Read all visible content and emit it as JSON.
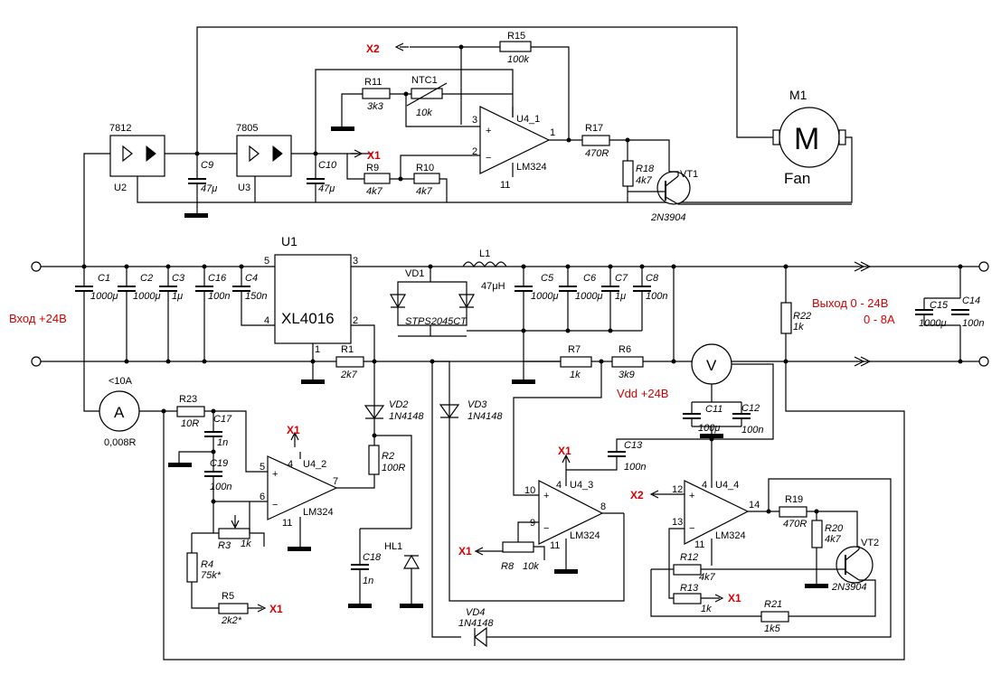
{
  "regulators": {
    "u2_type": "7812",
    "u2": "U2",
    "u3_type": "7805",
    "u3": "U3"
  },
  "u1": {
    "ref": "U1",
    "chip": "XL4016",
    "pin5": "5",
    "pin4": "4",
    "pin3": "3",
    "pin2": "2",
    "pin1": "1"
  },
  "motor": {
    "ref": "M1",
    "symbol": "M",
    "label": "Fan"
  },
  "opamps": {
    "u4_1": "U4_1",
    "u4_2": "U4_2",
    "u4_3": "U4_3",
    "u4_4": "U4_4",
    "part": "LM324",
    "p1_3": "3",
    "p1_2": "2",
    "p1_1": "1",
    "p1_11": "11",
    "p2_5": "5",
    "p2_4": "4",
    "p2_6": "6",
    "p2_7": "7",
    "p2_11": "11",
    "p3_10": "10",
    "p3_4": "4",
    "p3_9": "9",
    "p3_8": "8",
    "p3_11": "11",
    "p4_12": "12",
    "p4_4": "4",
    "p4_13": "13",
    "p4_14": "14",
    "p4_11": "11"
  },
  "resistors": [
    {
      "ref": "R15",
      "val": "100k"
    },
    {
      "ref": "R11",
      "val": "3k3"
    },
    {
      "ref": "R9",
      "val": "4k7"
    },
    {
      "ref": "R10",
      "val": "4k7"
    },
    {
      "ref": "R17",
      "val": "470R"
    },
    {
      "ref": "R18",
      "val": "4k7"
    },
    {
      "ref": "R22",
      "val": "1k"
    },
    {
      "ref": "R1",
      "val": "2k7"
    },
    {
      "ref": "R7",
      "val": "1k"
    },
    {
      "ref": "R6",
      "val": "3k9"
    },
    {
      "ref": "R23",
      "val": "10R"
    },
    {
      "ref": "R2",
      "val": "100R"
    },
    {
      "ref": "R3",
      "val": "1k"
    },
    {
      "ref": "R4",
      "val": "75k*"
    },
    {
      "ref": "R5",
      "val": "2k2*"
    },
    {
      "ref": "R8",
      "val": "10k"
    },
    {
      "ref": "R19",
      "val": "470R"
    },
    {
      "ref": "R20",
      "val": "4k7"
    },
    {
      "ref": "R12",
      "val": "4k7"
    },
    {
      "ref": "R13",
      "val": "1k"
    },
    {
      "ref": "R21",
      "val": "1k5"
    }
  ],
  "ntc": {
    "ref": "NTC1",
    "val": "10k"
  },
  "capacitors": [
    {
      "ref": "C9",
      "val": "47μ"
    },
    {
      "ref": "C10",
      "val": "47μ"
    },
    {
      "ref": "C1",
      "val": "1000μ"
    },
    {
      "ref": "C2",
      "val": "1000μ"
    },
    {
      "ref": "C3",
      "val": "1μ"
    },
    {
      "ref": "C16",
      "val": "100n"
    },
    {
      "ref": "C4",
      "val": "150n"
    },
    {
      "ref": "C5",
      "val": "1000μ"
    },
    {
      "ref": "C6",
      "val": "1000μ"
    },
    {
      "ref": "C7",
      "val": "1μ"
    },
    {
      "ref": "C8",
      "val": "100n"
    },
    {
      "ref": "C15",
      "val": "1000μ"
    },
    {
      "ref": "C14",
      "val": "100n"
    },
    {
      "ref": "C17",
      "val": "1n"
    },
    {
      "ref": "C19",
      "val": "100n"
    },
    {
      "ref": "C18",
      "val": "1n"
    },
    {
      "ref": "C13",
      "val": "100n"
    },
    {
      "ref": "C11",
      "val": "100μ"
    },
    {
      "ref": "C12",
      "val": "100n"
    }
  ],
  "inductor": {
    "ref": "L1",
    "val": "47μH"
  },
  "diodes": {
    "vd1": "VD1",
    "vd1_part": "STPS2045CT",
    "vd2": "VD2",
    "vd2_part": "1N4148",
    "vd3": "VD3",
    "vd3_part": "1N4148",
    "vd4": "VD4",
    "vd4_part": "1N4148",
    "hl1": "HL1"
  },
  "transistors": {
    "vt1": "VT1",
    "vt1_part": "2N3904",
    "vt2": "VT2",
    "vt2_part": "2N3904"
  },
  "ammeter": {
    "symbol": "A",
    "range": "<10A",
    "shunt": "0,008R"
  },
  "voltmeter": {
    "symbol": "V"
  },
  "labels": {
    "input": "Вход +24В",
    "output_line1": "Выход 0 - 24В",
    "output_line2": "0 - 8А",
    "vdd": "Vdd +24В",
    "x1": "X1",
    "x2": "X2",
    "plus": "+",
    "minus": "−"
  }
}
